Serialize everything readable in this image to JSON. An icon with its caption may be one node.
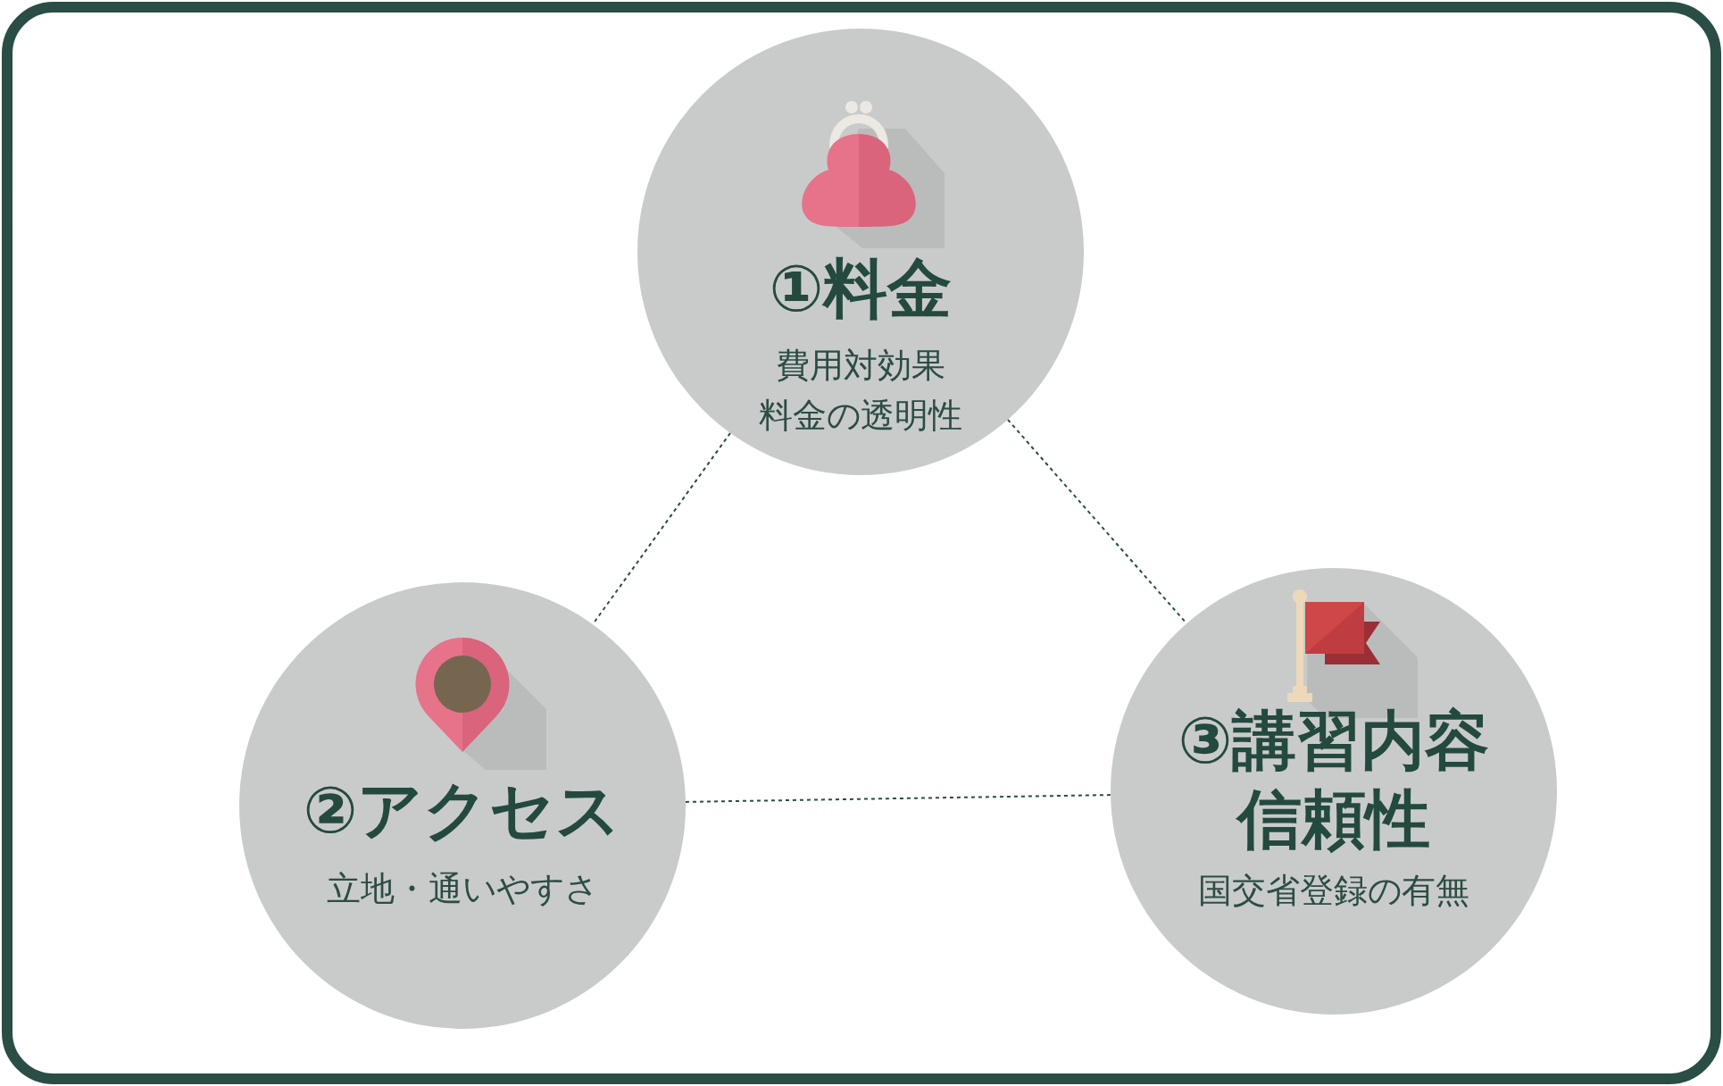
{
  "diagram": {
    "nodes": [
      {
        "text": [
          "①料金",
          "費用対効果",
          "料金の透明性"
        ]
      },
      {
        "text": [
          "②アクセス",
          "立地・通いやすさ"
        ]
      },
      {
        "text": [
          "③講習内容信頼性",
          "国交省登録の有無"
        ]
      }
    ],
    "edges": [
      {
        "from": 0,
        "to": 1,
        "arrow": "none",
        "style": "dashed"
      },
      {
        "from": 0,
        "to": 2,
        "arrow": "none",
        "style": "dashed"
      },
      {
        "from": 1,
        "to": 2,
        "arrow": "none",
        "style": "dashed"
      }
    ]
  }
}
